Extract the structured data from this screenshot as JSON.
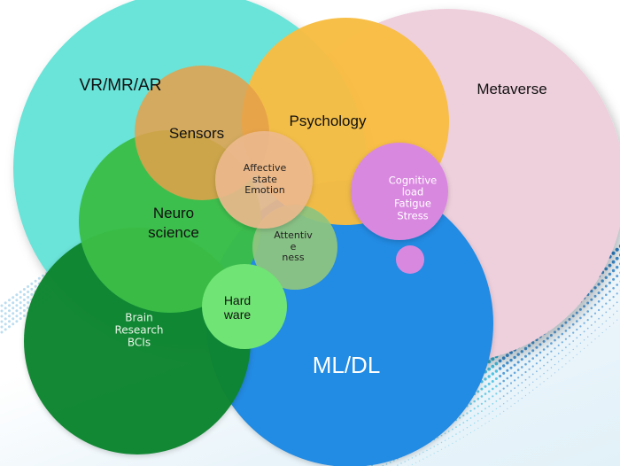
{
  "diagram": {
    "type": "overlapping-circles",
    "circles": [
      {
        "id": "vr",
        "label": "VR/MR/AR",
        "color": "#6be3d8"
      },
      {
        "id": "metaverse",
        "label": "Metaverse",
        "color": "#eecfdc"
      },
      {
        "id": "ml",
        "label": "ML/DL",
        "color": "#238be3"
      },
      {
        "id": "brain",
        "label": "Brain\nResearch\nBCIs",
        "color": "#0d852f"
      },
      {
        "id": "neuro",
        "label": "Neuro\nscience",
        "color": "#3bbd47"
      },
      {
        "id": "psychology",
        "label": "Psychology",
        "color": "#f8bd42"
      },
      {
        "id": "sensors",
        "label": "Sensors",
        "color": "#e5a04a"
      },
      {
        "id": "attentiveness",
        "label": "Attentiv\ne\nness",
        "color": "#8ec47f"
      },
      {
        "id": "hardware",
        "label": "Hard\nware",
        "color": "#70e474"
      },
      {
        "id": "affective",
        "label": "Affective\nstate\nEmotion",
        "color": "#edb98e"
      },
      {
        "id": "cognitive",
        "label": "Cognitive\nload\nFatigue\nStress",
        "color": "#d988e0"
      },
      {
        "id": "small-dot",
        "label": "",
        "color": "#d988e0"
      }
    ]
  }
}
